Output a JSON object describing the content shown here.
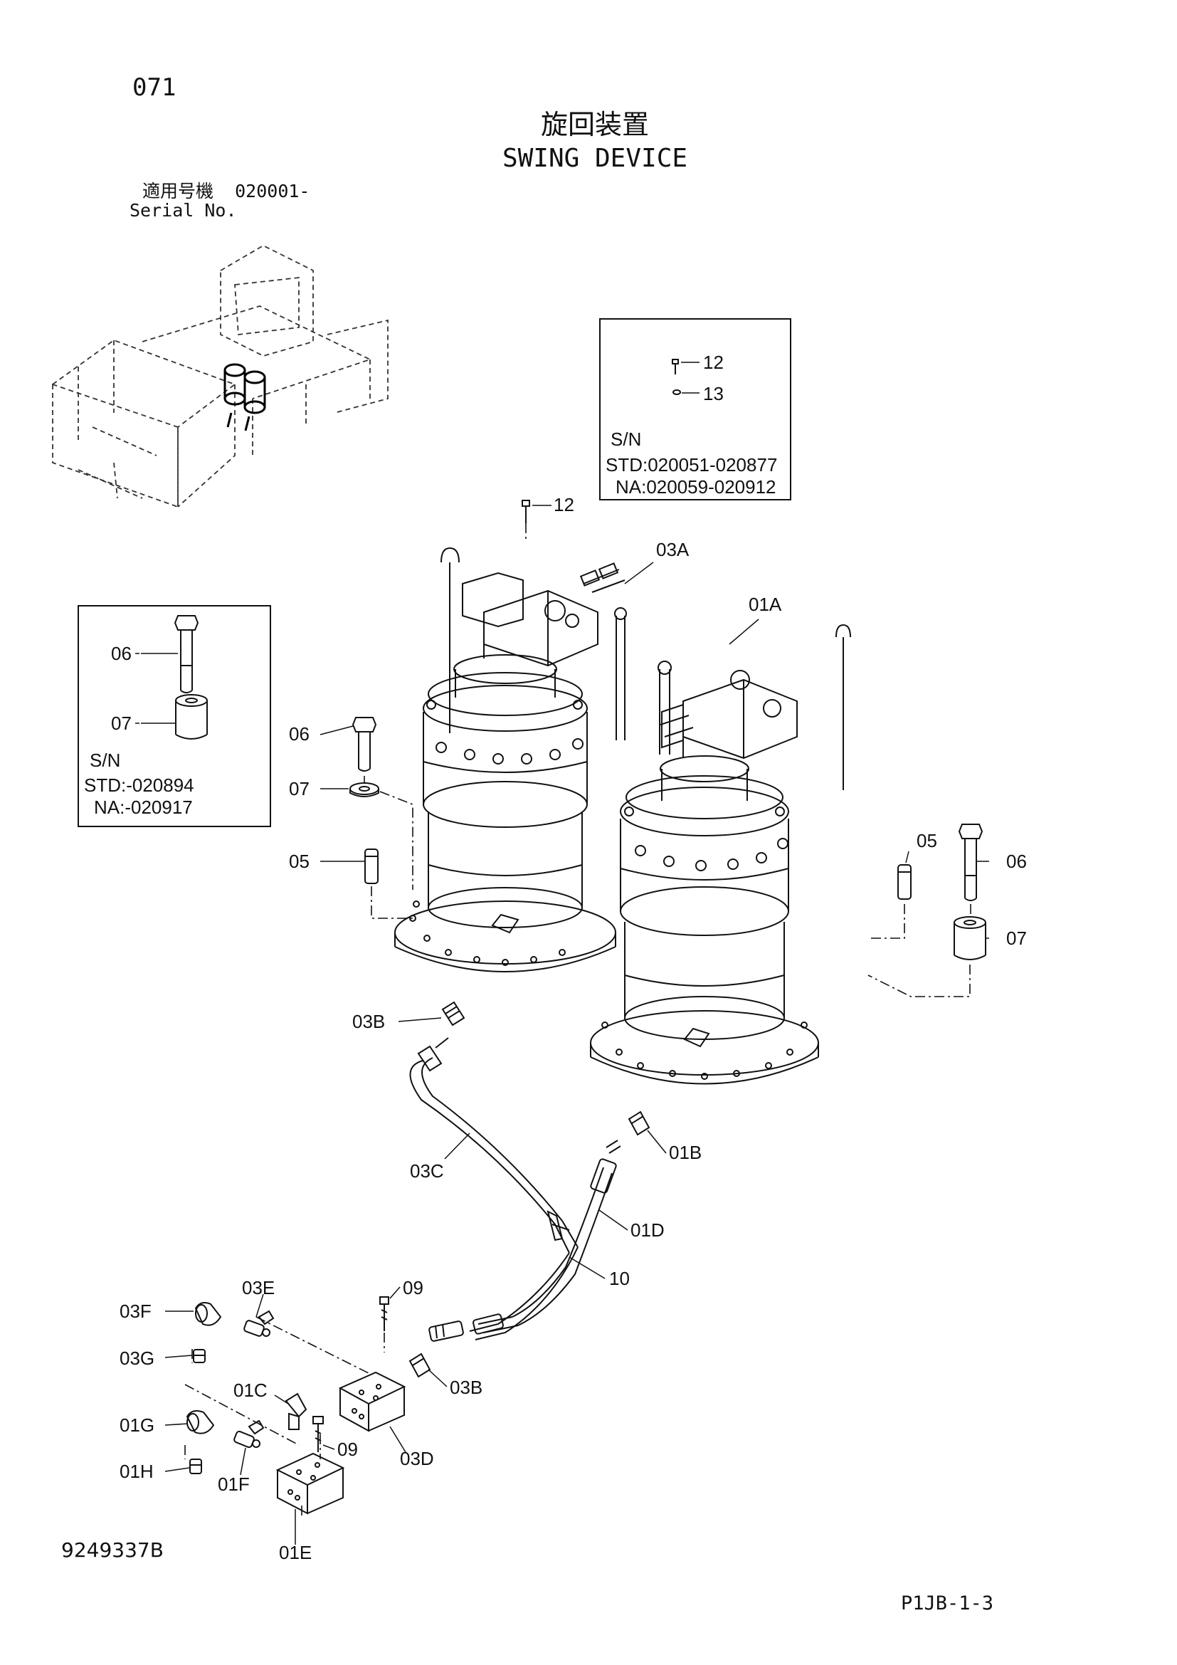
{
  "header": {
    "page_number": "071",
    "title_jp": "旋回装置",
    "title_en": "SWING DEVICE",
    "serial_label_jp": "適用号機",
    "serial_value": "020001-",
    "serial_label_en": "Serial No."
  },
  "footer": {
    "drawing_number": "9249337B",
    "page_code": "P1JB-1-3"
  },
  "inset_top_right": {
    "labels": [
      "12",
      "13"
    ],
    "sn_heading": "S/N",
    "std": "STD:020051-020877",
    "na": "NA:020059-020912"
  },
  "inset_left": {
    "labels": [
      "06",
      "07"
    ],
    "sn_heading": "S/N",
    "std": "STD:-020894",
    "na": "NA:-020917"
  },
  "callouts": {
    "c12": "12",
    "c03A": "03A",
    "c01A": "01A",
    "c06L": "06",
    "c07L": "07",
    "c05L": "05",
    "c05R": "05",
    "c06R": "06",
    "c07R": "07",
    "c03B": "03B",
    "c01B": "01B",
    "c03C": "03C",
    "c01D": "01D",
    "c10": "10",
    "c09a": "09",
    "c03E": "03E",
    "c03F": "03F",
    "c03G": "03G",
    "c03B2": "03B",
    "c01C": "01C",
    "c09b": "09",
    "c03D": "03D",
    "c01G": "01G",
    "c01H": "01H",
    "c01F": "01F",
    "c01E": "01E"
  }
}
